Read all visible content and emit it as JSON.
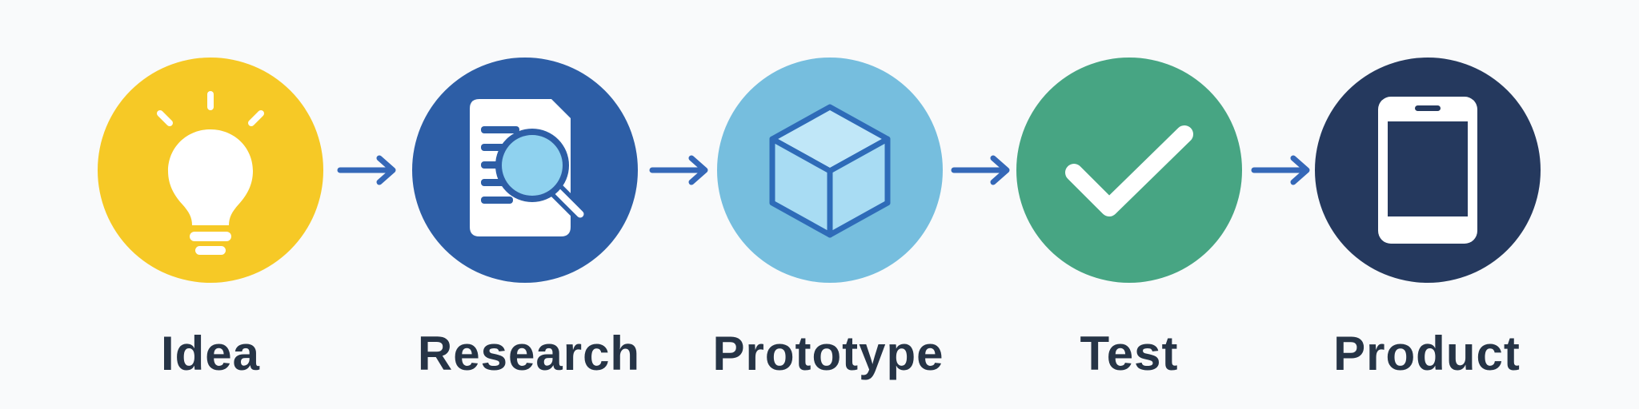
{
  "steps": [
    {
      "id": "idea",
      "label": "Idea",
      "icon": "lightbulb-icon",
      "color": "#f6c926"
    },
    {
      "id": "research",
      "label": "Research",
      "icon": "document-magnifier-icon",
      "color": "#2d5ea6"
    },
    {
      "id": "prototype",
      "label": "Prototype",
      "icon": "cube-icon",
      "color": "#76bede"
    },
    {
      "id": "test",
      "label": "Test",
      "icon": "checkmark-icon",
      "color": "#47a583"
    },
    {
      "id": "product",
      "label": "Product",
      "icon": "smartphone-icon",
      "color": "#25395e"
    }
  ],
  "arrow_color": "#3568b8",
  "label_color": "#263446"
}
